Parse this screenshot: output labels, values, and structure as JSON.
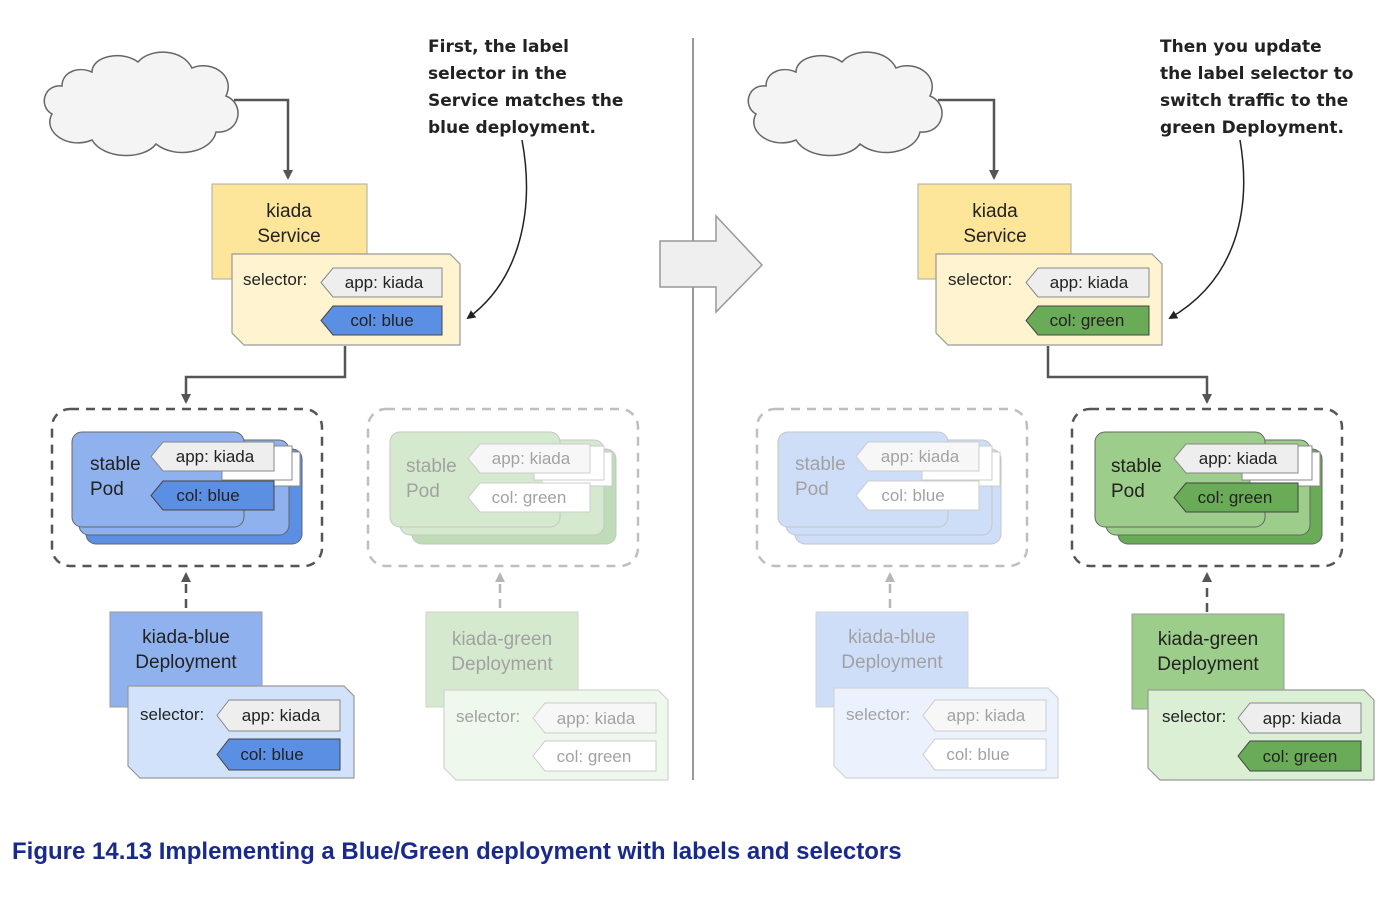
{
  "figure": {
    "caption": "Figure 14.13 Implementing a Blue/Green deployment with labels and selectors"
  },
  "colors": {
    "service_fill": "#fde59a",
    "service_selector_fill": "#fff4cf",
    "blue_fill": "#8fb2ef",
    "blue_light": "#d3e2fb",
    "blue_tag": "#5b8fe3",
    "green_fill": "#9ccd8b",
    "green_light": "#dbefd4",
    "green_tag": "#6aab57",
    "tag_gray": "#eeeeee",
    "caption": "#1a2a8c"
  },
  "left_panel": {
    "note": [
      "First, the label",
      "selector in the",
      "Service matches the",
      "blue deployment."
    ],
    "service": {
      "title": [
        "kiada",
        "Service"
      ],
      "selector_label": "selector:",
      "tags": [
        "app: kiada",
        "col: blue"
      ]
    },
    "blue_pods": {
      "title": [
        "stable",
        "Pod"
      ],
      "tags": [
        "app: kiada",
        "col: blue"
      ]
    },
    "green_pods": {
      "title": [
        "stable",
        "Pod"
      ],
      "tags": [
        "app: kiada",
        "col: green"
      ]
    },
    "blue_deployment": {
      "title": [
        "kiada-blue",
        "Deployment"
      ],
      "selector_label": "selector:",
      "tags": [
        "app: kiada",
        "col: blue"
      ]
    },
    "green_deployment": {
      "title": [
        "kiada-green",
        "Deployment"
      ],
      "selector_label": "selector:",
      "tags": [
        "app: kiada",
        "col: green"
      ]
    }
  },
  "right_panel": {
    "note": [
      "Then you update",
      "the label selector to",
      "switch traffic to the",
      "green Deployment."
    ],
    "service": {
      "title": [
        "kiada",
        "Service"
      ],
      "selector_label": "selector:",
      "tags": [
        "app: kiada",
        "col: green"
      ]
    },
    "blue_pods": {
      "title": [
        "stable",
        "Pod"
      ],
      "tags": [
        "app: kiada",
        "col: blue"
      ]
    },
    "green_pods": {
      "title": [
        "stable",
        "Pod"
      ],
      "tags": [
        "app: kiada",
        "col: green"
      ]
    },
    "blue_deployment": {
      "title": [
        "kiada-blue",
        "Deployment"
      ],
      "selector_label": "selector:",
      "tags": [
        "app: kiada",
        "col: blue"
      ]
    },
    "green_deployment": {
      "title": [
        "kiada-green",
        "Deployment"
      ],
      "selector_label": "selector:",
      "tags": [
        "app: kiada",
        "col: green"
      ]
    }
  }
}
